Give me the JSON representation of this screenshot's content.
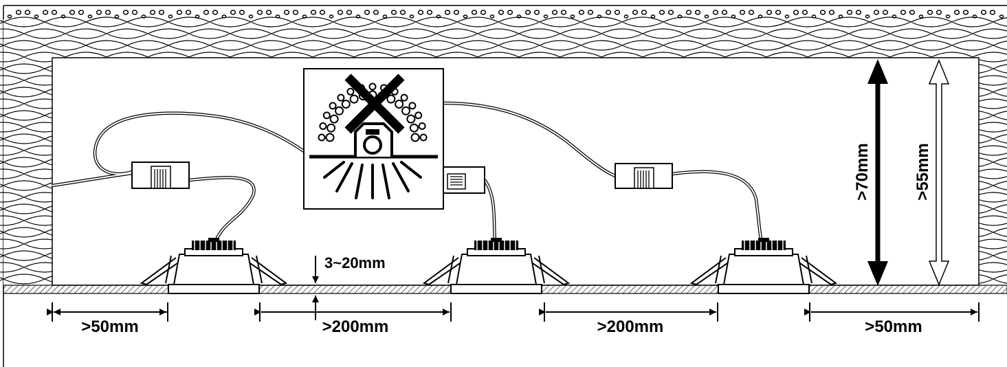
{
  "dimensions": {
    "spacing_edge_left": ">50mm",
    "spacing_between_1": ">200mm",
    "spacing_between_2": ">200mm",
    "spacing_edge_right": ">50mm",
    "ceiling_thickness": "3~20mm",
    "cavity_height_min": ">70mm",
    "cavity_height_alt": ">55mm"
  },
  "symbols": {
    "no_insulation_warning": "no-insulation-cover-icon",
    "downlight": "recessed-downlight-icon",
    "driver": "led-driver-box-icon"
  },
  "colors": {
    "line": "#000000",
    "background": "#ffffff"
  }
}
